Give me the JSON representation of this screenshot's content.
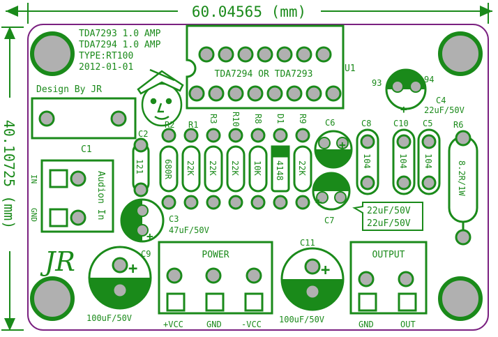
{
  "dimensions": {
    "width_label": "60.04565 (mm)",
    "height_label": "40.10725 (mm)"
  },
  "header_lines": [
    "TDA7293 1.0 AMP",
    "TDA7294 1.0 AMP",
    "TYPE:RT100",
    "2012-01-01"
  ],
  "design_credit": "Design By JR",
  "logo": "JR",
  "ic": {
    "label": "TDA7294 OR TDA7293",
    "ref": "U1"
  },
  "components": {
    "c1": "C1",
    "c2": "C2",
    "c2_value": "121",
    "c3": "C3",
    "c3_value": "47uF/50V",
    "c4": "C4",
    "c4_value": "22uF/50V",
    "c5": "C5",
    "c5_value": "104",
    "c6": "C6",
    "c7": "C7",
    "c6_c7_value_1": "22uF/50V",
    "c6_c7_value_2": "22uF/50V",
    "c8": "C8",
    "c8_value": "104",
    "c9": "C9",
    "c9_value": "100uF/50V",
    "c10": "C10",
    "c10_value": "104",
    "c11": "C11",
    "c11_value": "100uF/50V",
    "r1": "R1",
    "r1_value": "22K",
    "r2": "R2",
    "r2_value": "680R",
    "r3": "R3",
    "r3_value": "22K",
    "r6": "R6",
    "r6_value": "8.2R/1W",
    "r8": "R8",
    "r8_value": "10K",
    "r9": "R9",
    "r9_value": "22K",
    "r10": "R10",
    "r10_value": "22K",
    "d1": "D1",
    "d1_value": "4148",
    "pad93": "93",
    "pad94": "94"
  },
  "input_connector": {
    "label": "Audion In",
    "pin_in": "IN",
    "pin_gnd": "GND"
  },
  "power_connector": {
    "title": "POWER",
    "pins": [
      "+VCC",
      "GND",
      "-VCC"
    ]
  },
  "output_connector": {
    "title": "OUTPUT",
    "pins": [
      "GND",
      "OUT"
    ]
  },
  "colors": {
    "silkscreen": "#1a8a1a",
    "outline": "#7a2080",
    "pad": "#b0b0b0",
    "arrow": "#1a8a1a"
  }
}
